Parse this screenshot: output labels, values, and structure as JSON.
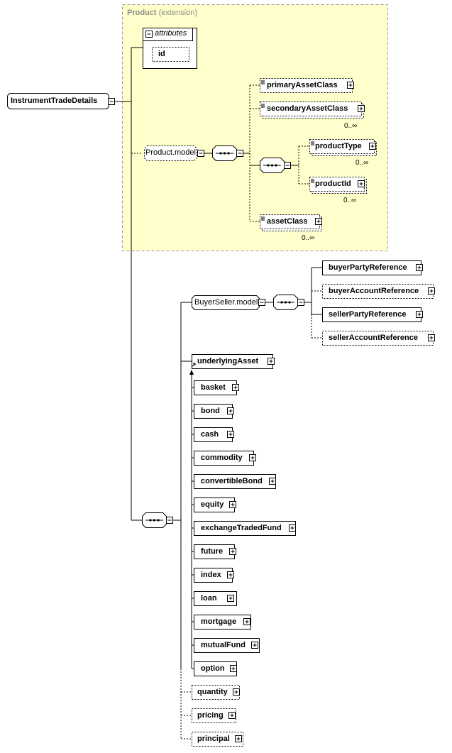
{
  "root": {
    "label": "InstrumentTradeDetails"
  },
  "product_group": {
    "name": "Product",
    "qualifier": "(extension)"
  },
  "attributes": {
    "header": "attributes",
    "items": [
      "id"
    ]
  },
  "product_model": {
    "label": "Product.model"
  },
  "product_elements": {
    "primaryAssetClass": "primaryAssetClass",
    "secondaryAssetClass": "secondaryAssetClass",
    "secondaryAssetClass_occ": "0..∞",
    "productType": "productType",
    "productType_occ": "0..∞",
    "productId": "productId",
    "productId_occ": "0..∞",
    "assetClass": "assetClass",
    "assetClass_occ": "0..∞"
  },
  "buyer_seller_model": {
    "label": "BuyerSeller.model",
    "items": [
      "buyerPartyReference",
      "buyerAccountReference",
      "sellerPartyReference",
      "sellerAccountReference"
    ]
  },
  "underlying": {
    "head": "underlyingAsset",
    "substitutes": [
      "basket",
      "bond",
      "cash",
      "commodity",
      "convertibleBond",
      "equity",
      "exchangeTradedFund",
      "future",
      "index",
      "loan",
      "mortgage",
      "mutualFund",
      "option"
    ]
  },
  "tail_elements": [
    "quantity",
    "pricing",
    "principal"
  ],
  "colors": {
    "extension_bg": "#ffffcc",
    "extension_border": "#999999",
    "line": "#000000",
    "grey_text": "#8c8c8c"
  }
}
